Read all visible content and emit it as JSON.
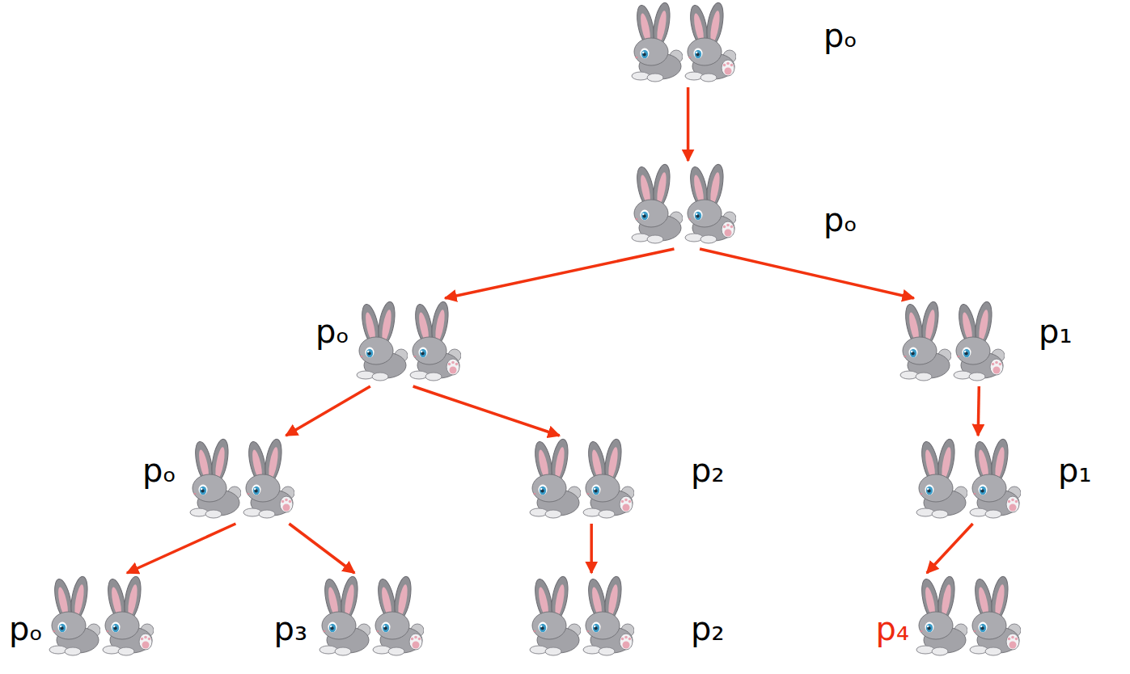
{
  "diagram": {
    "nodes": [
      {
        "text": [
          "pₒ"
        ]
      },
      {
        "text": [
          "pₒ"
        ]
      },
      {
        "text": [
          "pₒ"
        ]
      },
      {
        "text": [
          "p₁"
        ]
      },
      {
        "text": [
          "pₒ"
        ]
      },
      {
        "text": [
          "p₂"
        ]
      },
      {
        "text": [
          "p₁"
        ]
      },
      {
        "text": [
          "pₒ"
        ]
      },
      {
        "text": [
          "p₃"
        ]
      },
      {
        "text": [
          "p₂"
        ]
      },
      {
        "text": [
          "p₄"
        ]
      }
    ],
    "edges": [
      {
        "from": 0,
        "to": 1,
        "arrow": "to"
      },
      {
        "from": 1,
        "to": 2,
        "arrow": "to"
      },
      {
        "from": 1,
        "to": 3,
        "arrow": "to"
      },
      {
        "from": 2,
        "to": 4,
        "arrow": "to"
      },
      {
        "from": 2,
        "to": 5,
        "arrow": "to"
      },
      {
        "from": 3,
        "to": 6,
        "arrow": "to"
      },
      {
        "from": 4,
        "to": 7,
        "arrow": "to"
      },
      {
        "from": 4,
        "to": 8,
        "arrow": "to"
      },
      {
        "from": 5,
        "to": 9,
        "arrow": "to"
      },
      {
        "from": 6,
        "to": 10,
        "arrow": "to"
      }
    ]
  }
}
